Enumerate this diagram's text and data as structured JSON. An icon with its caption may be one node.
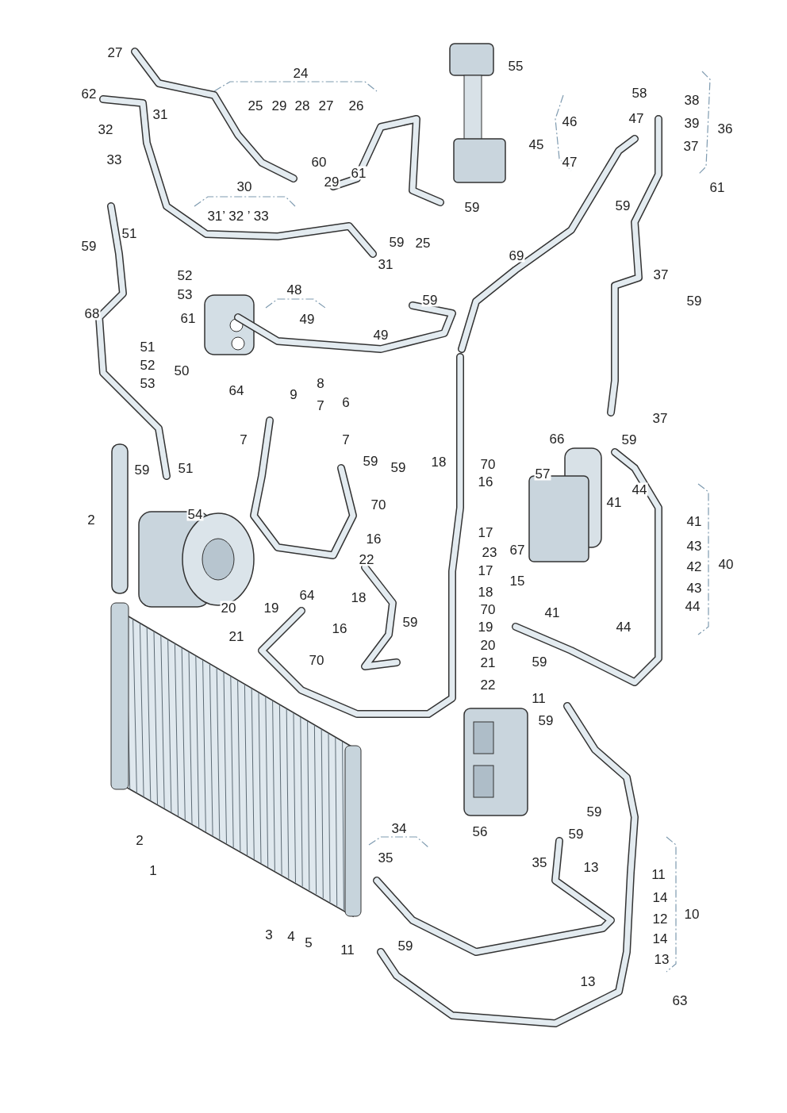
{
  "diagram": {
    "labels": [
      "27",
      "62",
      "31",
      "32",
      "33",
      "59",
      "51",
      "24",
      "25",
      "29",
      "28",
      "27",
      "26",
      "60",
      "61",
      "29",
      "30",
      "31’ 32 ’ 33",
      "55",
      "58",
      "38",
      "46",
      "47",
      "39",
      "36",
      "45",
      "37",
      "47",
      "61",
      "59",
      "59",
      "25",
      "31",
      "59",
      "69",
      "52",
      "53",
      "68",
      "61",
      "48",
      "49",
      "59",
      "49",
      "37",
      "59",
      "51",
      "52",
      "50",
      "53",
      "8",
      "9",
      "64",
      "7",
      "6",
      "37",
      "7",
      "7",
      "66",
      "59",
      "59",
      "59",
      "18",
      "70",
      "16",
      "2",
      "59",
      "51",
      "54",
      "70",
      "57",
      "44",
      "41",
      "41",
      "16",
      "17",
      "43",
      "23",
      "22",
      "42",
      "40",
      "17",
      "67",
      "15",
      "64",
      "18",
      "18",
      "43",
      "20",
      "19",
      "70",
      "44",
      "41",
      "59",
      "19",
      "44",
      "21",
      "16",
      "20",
      "70",
      "21",
      "59",
      "22",
      "11",
      "59",
      "59",
      "2",
      "34",
      "56",
      "1",
      "35",
      "59",
      "35",
      "13",
      "11",
      "14",
      "10",
      "12",
      "3",
      "4",
      "5",
      "11",
      "59",
      "14",
      "13",
      "13",
      "63"
    ]
  }
}
